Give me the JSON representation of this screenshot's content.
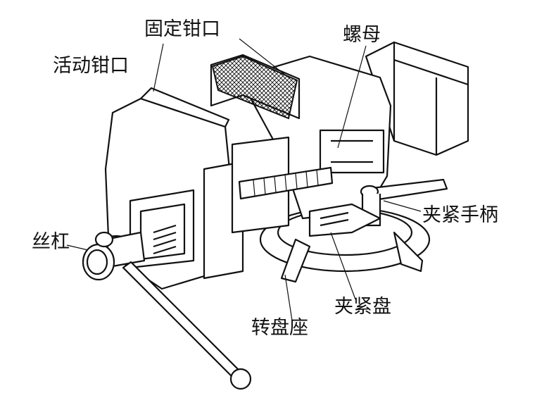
{
  "labels": {
    "fixed_jaw": "固定钳口",
    "movable_jaw": "活动钳口",
    "nut": "螺母",
    "clamp_handle": "夹紧手柄",
    "lead_screw": "丝杠",
    "clamp_plate": "夹紧盘",
    "swivel_base": "转盘座"
  }
}
